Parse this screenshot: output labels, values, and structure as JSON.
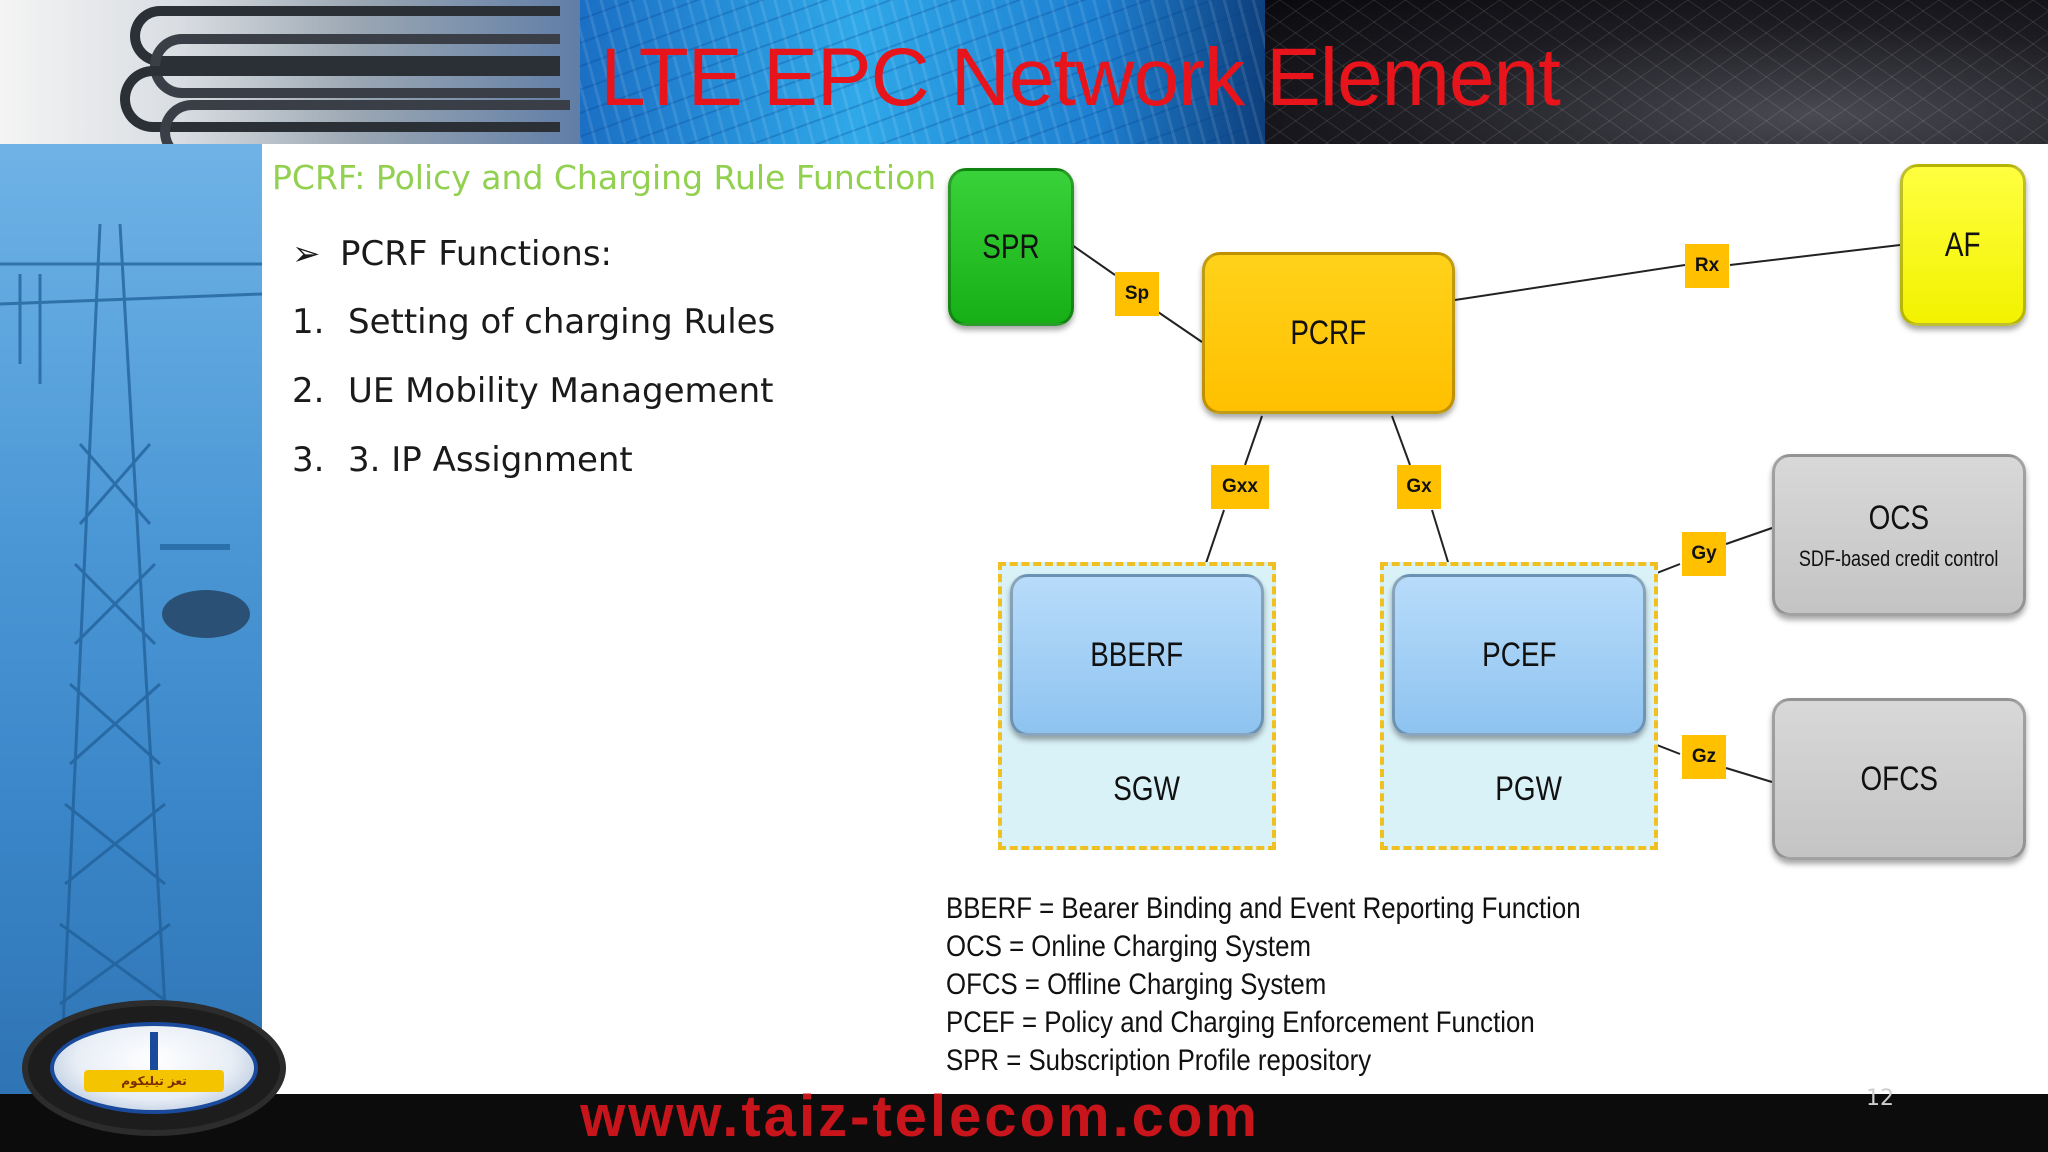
{
  "slide": {
    "title": "LTE EPC Network Element",
    "subtitle": "PCRF: Policy and Charging Rule Function",
    "bullet_head": "PCRF Functions:",
    "items": [
      {
        "num": "1.",
        "text": "Setting of charging Rules"
      },
      {
        "num": "2.",
        "text": "UE Mobility Management"
      },
      {
        "num": "3.",
        "text": "3. IP Assignment"
      }
    ],
    "page_number": "12"
  },
  "diagram": {
    "nodes": {
      "spr": "SPR",
      "pcrf": "PCRF",
      "af": "AF",
      "ocs": "OCS",
      "ocs_sub": "SDF-based credit control",
      "bberf": "BBERF",
      "pcef": "PCEF",
      "ofcs": "OFCS"
    },
    "gateways": {
      "sgw": "SGW",
      "pgw": "PGW"
    },
    "interfaces": {
      "sp": "Sp",
      "rx": "Rx",
      "gxx": "Gxx",
      "gx": "Gx",
      "gy": "Gy",
      "gz": "Gz"
    },
    "colors": {
      "spr": "#22c022",
      "pcrf": "#ffc000",
      "af": "#ffff00",
      "ocs": "#cfcfcf",
      "bberf": "#9ecdf4",
      "gateway_bg": "#d8f2f8",
      "gateway_border": "#f0c020",
      "interface": "#ffc000"
    }
  },
  "legend": [
    "BBERF = Bearer Binding and Event Reporting Function",
    "OCS = Online Charging System",
    "OFCS = Offline Charging System",
    "PCEF = Policy and Charging Enforcement Function",
    "SPR = Subscription Profile repository"
  ],
  "footer": {
    "url": "www.taiz-telecom.com",
    "logo_text": "تعز تيليكوم"
  },
  "theme": {
    "title_color": "#e8141b",
    "subtitle_color": "#92d050",
    "url_color": "#c8141b"
  }
}
